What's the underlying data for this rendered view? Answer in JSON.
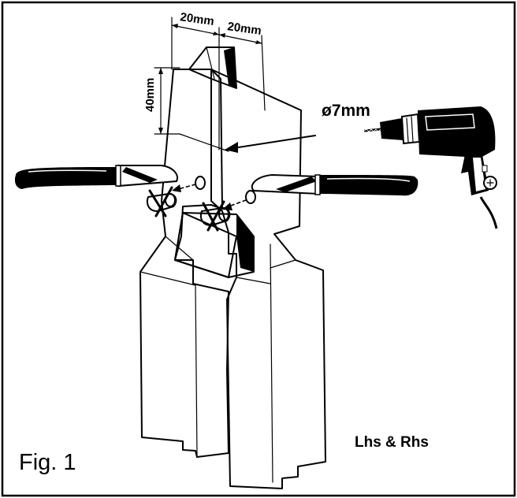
{
  "labels": {
    "dim_width_left": "20mm",
    "dim_width_right": "20mm",
    "dim_height": "40mm",
    "hole_diameter": "ø7mm",
    "sides": "Lhs & Rhs",
    "figure_caption": "Fig. 1"
  },
  "colors": {
    "ink": "#000000",
    "background": "#ffffff"
  },
  "icons": {
    "drill": "power-drill-icon",
    "knife_left": "knife-icon",
    "knife_right": "knife-icon",
    "cross_left": "crossed-out-icon",
    "cross_right": "crossed-out-icon"
  }
}
